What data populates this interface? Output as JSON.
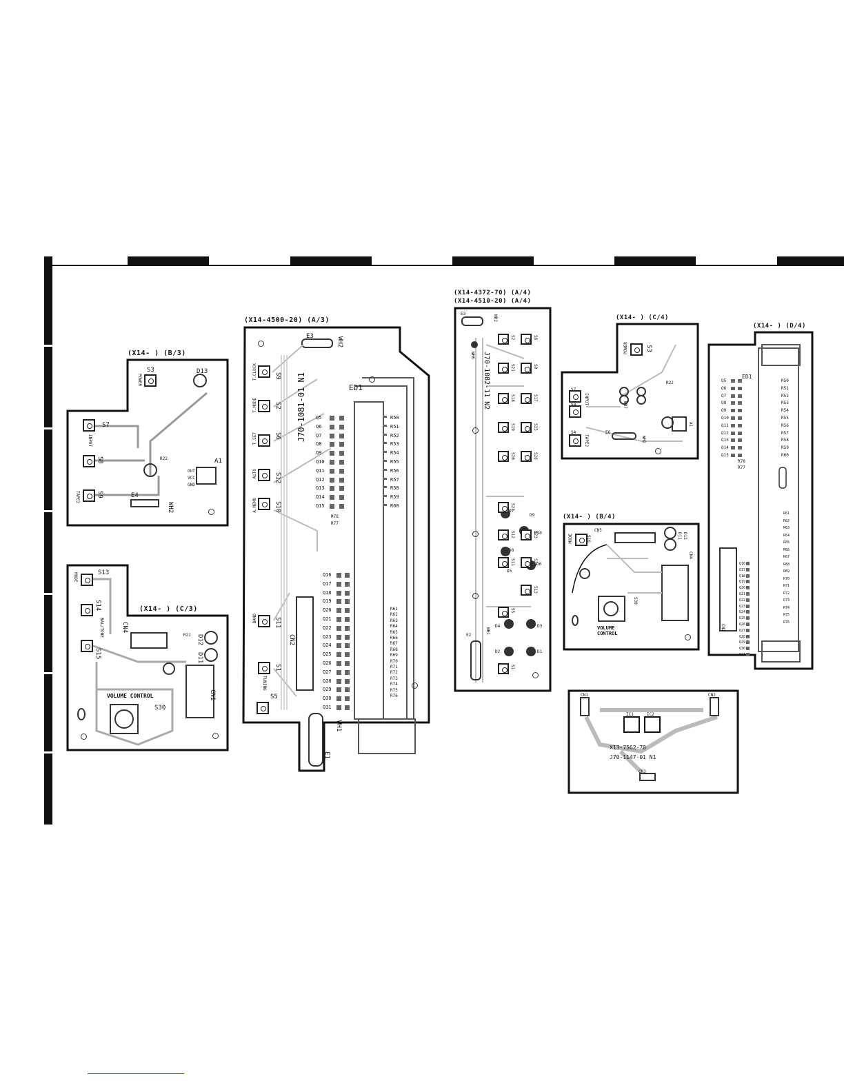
{
  "boards": {
    "b3": {
      "title": "(X14-    ) (B/3)",
      "switches": [
        "S3",
        "S7",
        "S8",
        "S9"
      ],
      "labels": [
        "POWER",
        "INPUT",
        "TAPE2"
      ],
      "parts": [
        "D13",
        "R22",
        "A1",
        "E4",
        "WH2"
      ],
      "a1_pins": [
        "OUT",
        "VCC",
        "GND"
      ]
    },
    "c3": {
      "title": "(X14-    ) (C/3)",
      "switches": [
        "S13",
        "S14",
        "S15"
      ],
      "labels": [
        "MODE",
        "BAL/TONE",
        "VOLUME CONTROL"
      ],
      "parts": [
        "CN4",
        "R21",
        "D12",
        "D11",
        "CN1",
        "S30"
      ]
    },
    "a3": {
      "title": "(X14-4500-20) (A/3)",
      "switches": [
        "S9",
        "S2",
        "S6",
        "S12",
        "S10",
        "S11",
        "S1",
        "S5"
      ],
      "side_labels": [
        "T.CLOCK",
        "T.MODE",
        "T.SET",
        "AUTO",
        "A.MEMO",
        "BAND",
        "TUNING"
      ],
      "part_no": "J70-1081-01  N1",
      "parts": [
        "E3",
        "WH2",
        "ED1",
        "CN2",
        "WH1",
        "E1",
        "R78",
        "R77"
      ],
      "q_top": [
        "Q5",
        "Q6",
        "Q7",
        "Q8",
        "Q9",
        "Q10",
        "Q11",
        "Q12",
        "Q13",
        "Q14",
        "Q15"
      ],
      "r_top": [
        "R50",
        "R51",
        "R52",
        "R53",
        "R54",
        "R55",
        "R56",
        "R57",
        "R58",
        "R59",
        "R60"
      ],
      "q_bot": [
        "Q16",
        "Q17",
        "Q18",
        "Q19",
        "Q20",
        "Q21",
        "Q22",
        "Q23",
        "Q24",
        "Q25",
        "Q26",
        "Q27",
        "Q28",
        "Q29",
        "Q30",
        "Q31"
      ],
      "r_bot": [
        "R61",
        "R62",
        "R63",
        "R64",
        "R65",
        "R66",
        "R67",
        "R68",
        "R69",
        "R70",
        "R71",
        "R72",
        "R73",
        "R74",
        "R75",
        "R76"
      ]
    },
    "a4": {
      "title1": "(X14-4372-70) (A/4)",
      "title2": "(X14-4510-20) (A/4)",
      "part_no": "J70-1082-11  N2",
      "switches": [
        "S2",
        "S6",
        "S21",
        "S9",
        "S18",
        "S17",
        "S19",
        "S25",
        "S20",
        "S26",
        "S22",
        "S12",
        "S23",
        "S11",
        "S24",
        "S13",
        "S5",
        "S1"
      ],
      "parts": [
        "E3",
        "WH2",
        "WH6",
        "D9",
        "D10",
        "D7",
        "D8",
        "D6",
        "D5",
        "D3",
        "D4",
        "D2",
        "D1",
        "WH1",
        "E2"
      ]
    },
    "c4": {
      "title": "(X14-    ) (C/4)",
      "switches": [
        "S3",
        "S7",
        "S8",
        "S4"
      ],
      "labels": [
        "POWER",
        "INPUT",
        "TAPE2"
      ],
      "parts": [
        "R22",
        "A1",
        "WH2",
        "WH7",
        "E6"
      ]
    },
    "b4": {
      "title": "(X14-    ) (B/4)",
      "switches": [
        "S16"
      ],
      "labels": [
        "VOLUME",
        "CONTROL",
        "MODE"
      ],
      "parts": [
        "CN5",
        "CN4",
        "D11",
        "D12",
        "S30"
      ]
    },
    "d4": {
      "title": "(X14-    ) (D/4)",
      "parts": [
        "ED1",
        "CN2",
        "R78",
        "R77"
      ],
      "q_top": [
        "Q5",
        "Q6",
        "Q7",
        "Q8",
        "Q9",
        "Q10",
        "Q11",
        "Q12",
        "Q13",
        "Q14",
        "Q15"
      ],
      "r_top": [
        "R50",
        "R51",
        "R52",
        "R53",
        "R54",
        "R55",
        "R56",
        "R57",
        "R58",
        "R59",
        "R60"
      ],
      "q_bot": [
        "Q16",
        "Q17",
        "Q18",
        "Q19",
        "Q20",
        "Q21",
        "Q22",
        "Q23",
        "Q24",
        "Q25",
        "Q26",
        "Q27",
        "Q28",
        "Q29",
        "Q30",
        "Q31"
      ],
      "r_bot": [
        "R61",
        "R62",
        "R63",
        "R64",
        "R65",
        "R66",
        "R67",
        "R68",
        "R69",
        "R70",
        "R71",
        "R72",
        "R73",
        "R74",
        "R75",
        "R76"
      ]
    },
    "x13": {
      "label1": "X13-7562-70",
      "label2": "J70-1147-01  N1",
      "parts": [
        "CN1",
        "CN2",
        "CN3",
        "IC1",
        "IC2"
      ]
    }
  }
}
